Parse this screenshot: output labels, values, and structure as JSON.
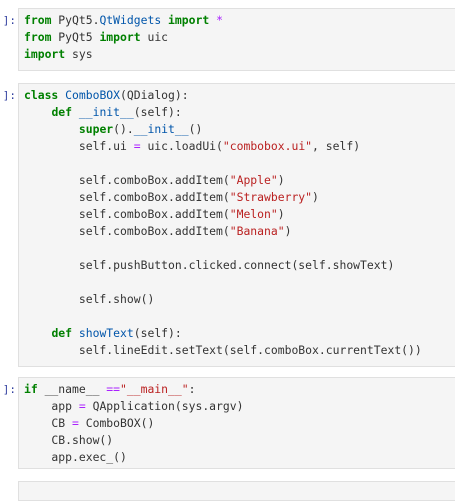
{
  "prompts": [
    "]:",
    "]:",
    "]:"
  ],
  "cells": [
    {
      "lines": [
        [
          {
            "t": "from",
            "c": "kw"
          },
          {
            "t": " PyQt5.",
            "c": "cm"
          },
          {
            "t": "QtWidgets",
            "c": "nm"
          },
          {
            "t": " ",
            "c": "cm"
          },
          {
            "t": "import",
            "c": "kw"
          },
          {
            "t": " ",
            "c": "cm"
          },
          {
            "t": "*",
            "c": "op"
          }
        ],
        [
          {
            "t": "from",
            "c": "kw"
          },
          {
            "t": " PyQt5 ",
            "c": "cm"
          },
          {
            "t": "import",
            "c": "kw"
          },
          {
            "t": " uic",
            "c": "cm"
          }
        ],
        [
          {
            "t": "import",
            "c": "kw"
          },
          {
            "t": " sys",
            "c": "cm"
          }
        ]
      ]
    },
    {
      "lines": [
        [
          {
            "t": "class",
            "c": "kw"
          },
          {
            "t": " ",
            "c": "cm"
          },
          {
            "t": "ComboBOX",
            "c": "cl"
          },
          {
            "t": "(QDialog):",
            "c": "cm"
          }
        ],
        [
          {
            "t": "    ",
            "c": "cm"
          },
          {
            "t": "def",
            "c": "kw"
          },
          {
            "t": " ",
            "c": "cm"
          },
          {
            "t": "__init__",
            "c": "nm"
          },
          {
            "t": "(self):",
            "c": "cm"
          }
        ],
        [
          {
            "t": "        ",
            "c": "cm"
          },
          {
            "t": "super",
            "c": "kw"
          },
          {
            "t": "().",
            "c": "cm"
          },
          {
            "t": "__init__",
            "c": "nm"
          },
          {
            "t": "()",
            "c": "cm"
          }
        ],
        [
          {
            "t": "        self.ui ",
            "c": "cm"
          },
          {
            "t": "=",
            "c": "op"
          },
          {
            "t": " uic.loadUi(",
            "c": "cm"
          },
          {
            "t": "\"combobox.ui\"",
            "c": "st"
          },
          {
            "t": ", self)",
            "c": "cm"
          }
        ],
        [],
        [
          {
            "t": "        self.comboBox.addItem(",
            "c": "cm"
          },
          {
            "t": "\"Apple\"",
            "c": "st"
          },
          {
            "t": ")",
            "c": "cm"
          }
        ],
        [
          {
            "t": "        self.comboBox.addItem(",
            "c": "cm"
          },
          {
            "t": "\"Strawberry\"",
            "c": "st"
          },
          {
            "t": ")",
            "c": "cm"
          }
        ],
        [
          {
            "t": "        self.comboBox.addItem(",
            "c": "cm"
          },
          {
            "t": "\"Melon\"",
            "c": "st"
          },
          {
            "t": ")",
            "c": "cm"
          }
        ],
        [
          {
            "t": "        self.comboBox.addItem(",
            "c": "cm"
          },
          {
            "t": "\"Banana\"",
            "c": "st"
          },
          {
            "t": ")",
            "c": "cm"
          }
        ],
        [],
        [
          {
            "t": "        self.pushButton.clicked.connect(self.showText)",
            "c": "cm"
          }
        ],
        [],
        [
          {
            "t": "        self.show()",
            "c": "cm"
          }
        ],
        [],
        [
          {
            "t": "    ",
            "c": "cm"
          },
          {
            "t": "def",
            "c": "kw"
          },
          {
            "t": " ",
            "c": "cm"
          },
          {
            "t": "showText",
            "c": "nm"
          },
          {
            "t": "(self):",
            "c": "cm"
          }
        ],
        [
          {
            "t": "        self.lineEdit.setText(self.comboBox.currentText())",
            "c": "cm"
          }
        ]
      ]
    },
    {
      "lines": [
        [
          {
            "t": "if",
            "c": "kw"
          },
          {
            "t": " __name__ ",
            "c": "cm"
          },
          {
            "t": "==",
            "c": "op"
          },
          {
            "t": "\"__main__\"",
            "c": "st"
          },
          {
            "t": ":",
            "c": "cm"
          }
        ],
        [
          {
            "t": "    app ",
            "c": "cm"
          },
          {
            "t": "=",
            "c": "op"
          },
          {
            "t": " QApplication(sys.argv)",
            "c": "cm"
          }
        ],
        [
          {
            "t": "    CB ",
            "c": "cm"
          },
          {
            "t": "=",
            "c": "op"
          },
          {
            "t": " ComboBOX()",
            "c": "cm"
          }
        ],
        [
          {
            "t": "    CB.show()",
            "c": "cm"
          }
        ],
        [
          {
            "t": "    app.exec_()",
            "c": "cm"
          }
        ]
      ]
    },
    {
      "lines": []
    }
  ]
}
